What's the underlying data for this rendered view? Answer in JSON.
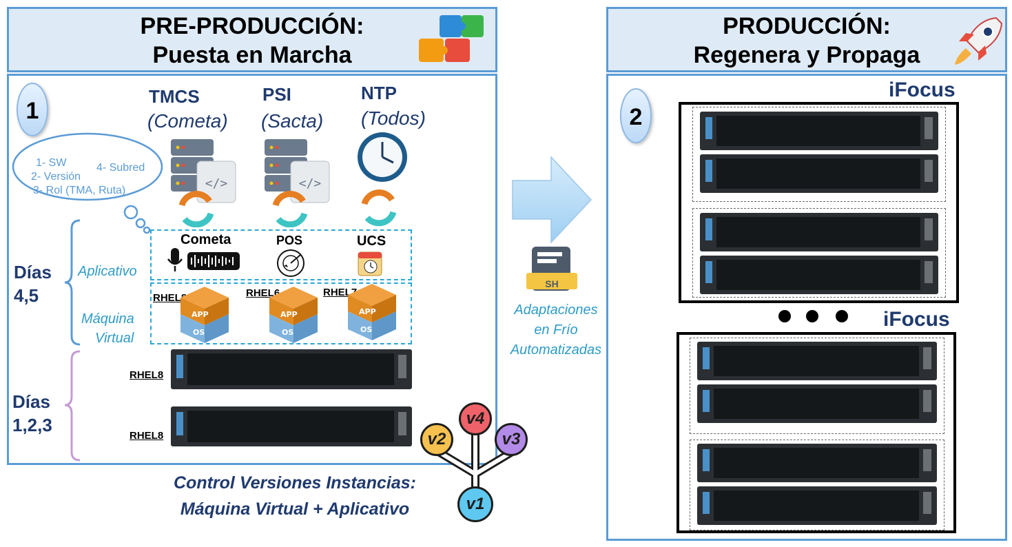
{
  "pre": {
    "title_line1": "PRE-PRODUCCIÓN:",
    "title_line2": "Puesta en Marcha",
    "step": "1"
  },
  "prod": {
    "title_line1": "PRODUCCIÓN:",
    "title_line2": "Regenera y Propaga",
    "step": "2"
  },
  "systems": [
    {
      "name": "TMCS",
      "sub": "(Cometa)",
      "app": "Cometa",
      "os": "RHEL8"
    },
    {
      "name": "PSI",
      "sub": "(Sacta)",
      "app": "POS",
      "os": "RHEL6"
    },
    {
      "name": "NTP",
      "sub": "(Todos)",
      "app": "UCS",
      "os": "RHEL7"
    }
  ],
  "cloud": {
    "l1": "1- SW",
    "l2": "2- Versión",
    "l3": "3- Rol (TMA, Ruta)",
    "l4": "4- Subred"
  },
  "days": {
    "a_l1": "Días",
    "a_l2": "4,5",
    "b_l1": "Días",
    "b_l2": "1,2,3"
  },
  "layers": {
    "app": "Aplicativo",
    "vm_l1": "Máquina",
    "vm_l2": "Virtual"
  },
  "hosts": {
    "h1": "RHEL8",
    "h2": "RHEL8"
  },
  "arrow": {
    "file_label": "SH",
    "l1": "Adaptaciones",
    "l2": "en Frío",
    "l3": "Automatizadas"
  },
  "control": {
    "l1": "Control Versiones Instancias:",
    "l2": "Máquina Virtual + Aplicativo"
  },
  "versions": {
    "v1": "v1",
    "v2": "v2",
    "v3": "v3",
    "v4": "v4"
  },
  "racks": {
    "r1": "iFocus",
    "r2": "iFocus"
  },
  "colors": {
    "header_bg": "#deebf7",
    "border": "#5b9bd5",
    "navy": "#1f3a6e",
    "cyan": "#2e9cc8"
  }
}
